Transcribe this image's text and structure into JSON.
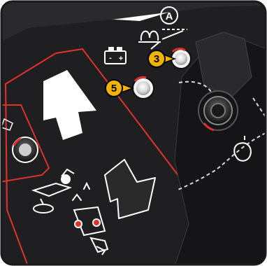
{
  "colors": {
    "panel": "#1f1f21",
    "panel_dark": "#141416",
    "outline_red": "#e0322c",
    "callout_fill": "#f2b200",
    "callout_text": "#000000",
    "white": "#ffffff"
  },
  "callouts": {
    "battery_warning_lamp": {
      "number": "5",
      "text": "5"
    },
    "parking_brake_lamp": {
      "number": "3",
      "text": "3"
    }
  },
  "symbols": {
    "battery_label": "+",
    "battery_minus": "-",
    "auto_label": "A"
  },
  "icons": [
    "battery-icon",
    "glow-plug-icon",
    "auto-mode-icon",
    "forward-arrow-icon",
    "reverse-arrow-icon",
    "joystick-icon",
    "tractor-steering-icon",
    "engine-icon",
    "warning-lamp-icon",
    "rotary-switch-icon"
  ]
}
